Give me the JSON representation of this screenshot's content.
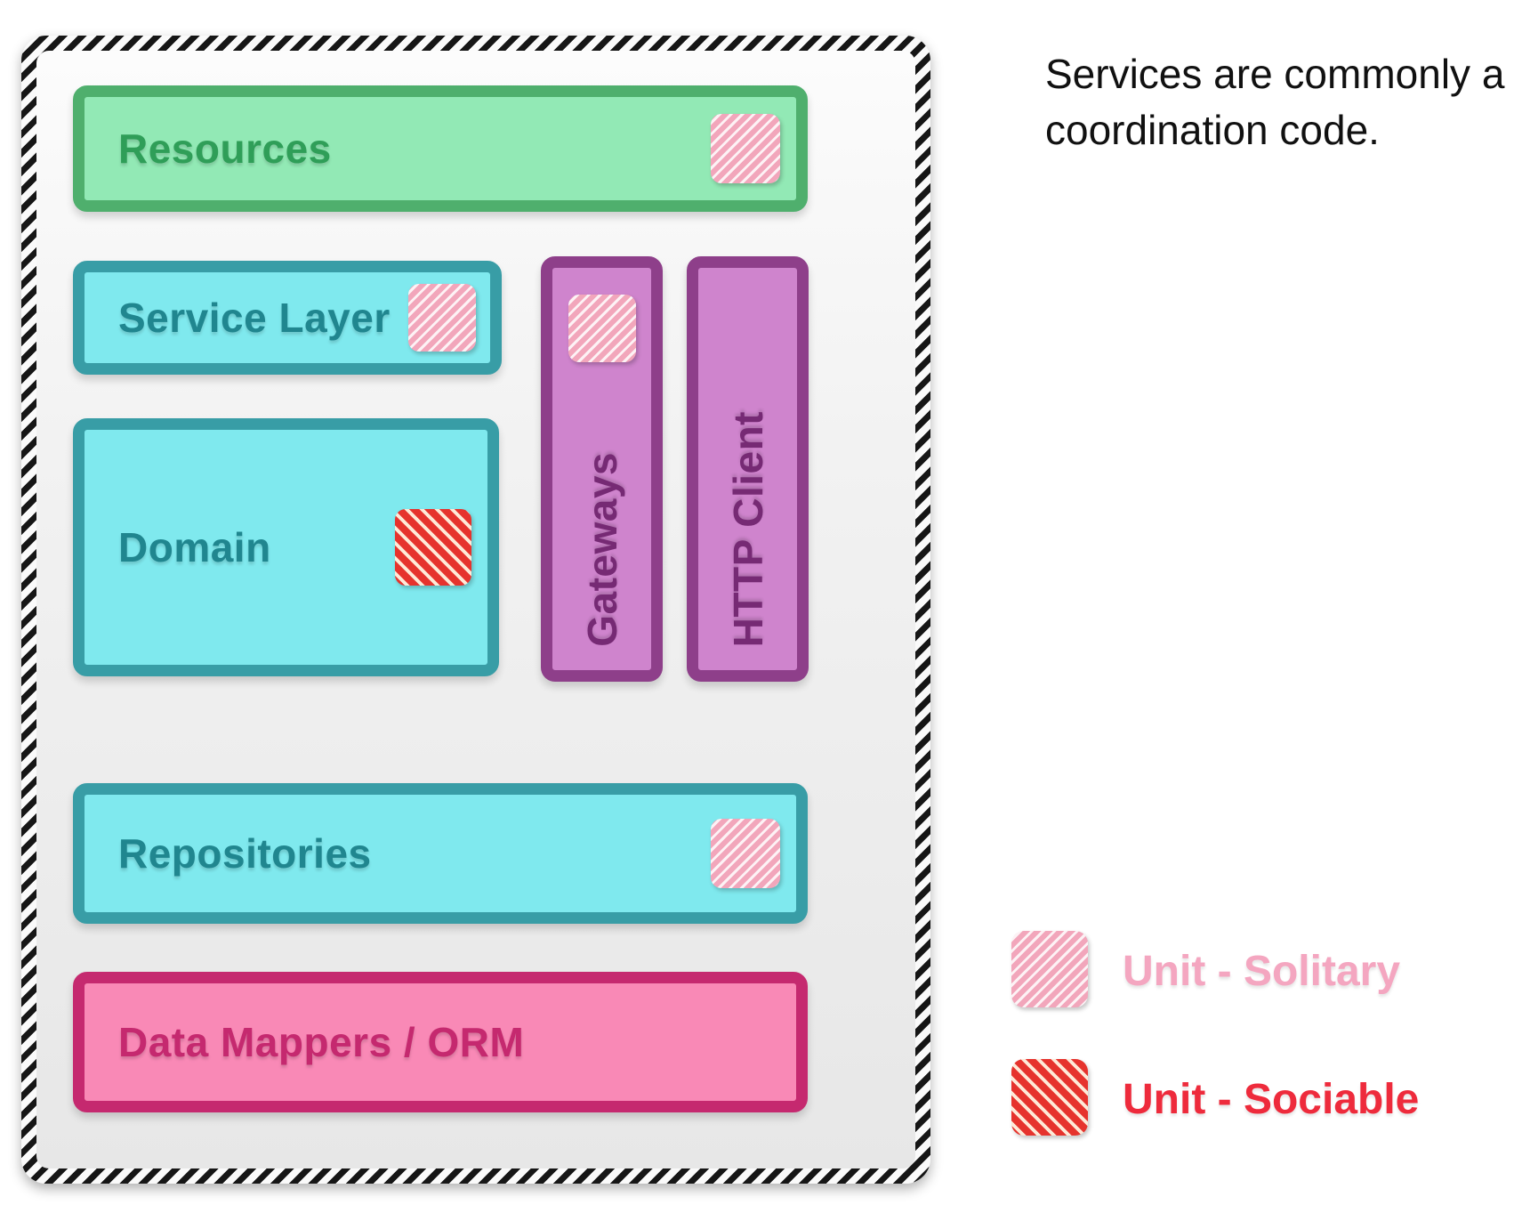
{
  "annotation": {
    "line1": "Services are commonly a",
    "line2": "coordination code."
  },
  "architecture": {
    "resources": {
      "label": "Resources",
      "marker": "unit-solitary"
    },
    "service_layer": {
      "label": "Service Layer",
      "marker": "unit-solitary"
    },
    "domain": {
      "label": "Domain",
      "marker": "unit-sociable"
    },
    "gateways": {
      "label": "Gateways",
      "marker": "unit-solitary"
    },
    "http_client": {
      "label": "HTTP Client",
      "marker": "none"
    },
    "repositories": {
      "label": "Repositories",
      "marker": "unit-solitary"
    },
    "data_mappers": {
      "label": "Data Mappers / ORM",
      "marker": "none"
    }
  },
  "legend": {
    "solitary": {
      "label": "Unit - Solitary",
      "swatch": "pink-diagonal-hatch",
      "text_color": "#f4a6c0",
      "swatch_color": "#f2a6bb"
    },
    "sociable": {
      "label": "Unit - Sociable",
      "swatch": "red-diagonal-hatch",
      "text_color": "#ee2b3c",
      "swatch_color": "#e6332d"
    }
  },
  "colors": {
    "frame_stripes": [
      "#161616",
      "#fafafa"
    ],
    "panel_background": "#ededed",
    "green_fill": "#92e9b5",
    "green_border": "#4faf6d",
    "green_text": "#2f9e58",
    "cyan_fill": "#7fe9ee",
    "cyan_border": "#389da6",
    "cyan_text": "#20868f",
    "purple_fill": "#cf84cd",
    "purple_border": "#8e3f8a",
    "purple_text": "#762a74",
    "pink_fill": "#f989b6",
    "pink_border": "#c5296f",
    "pink_text": "#c5296f"
  }
}
